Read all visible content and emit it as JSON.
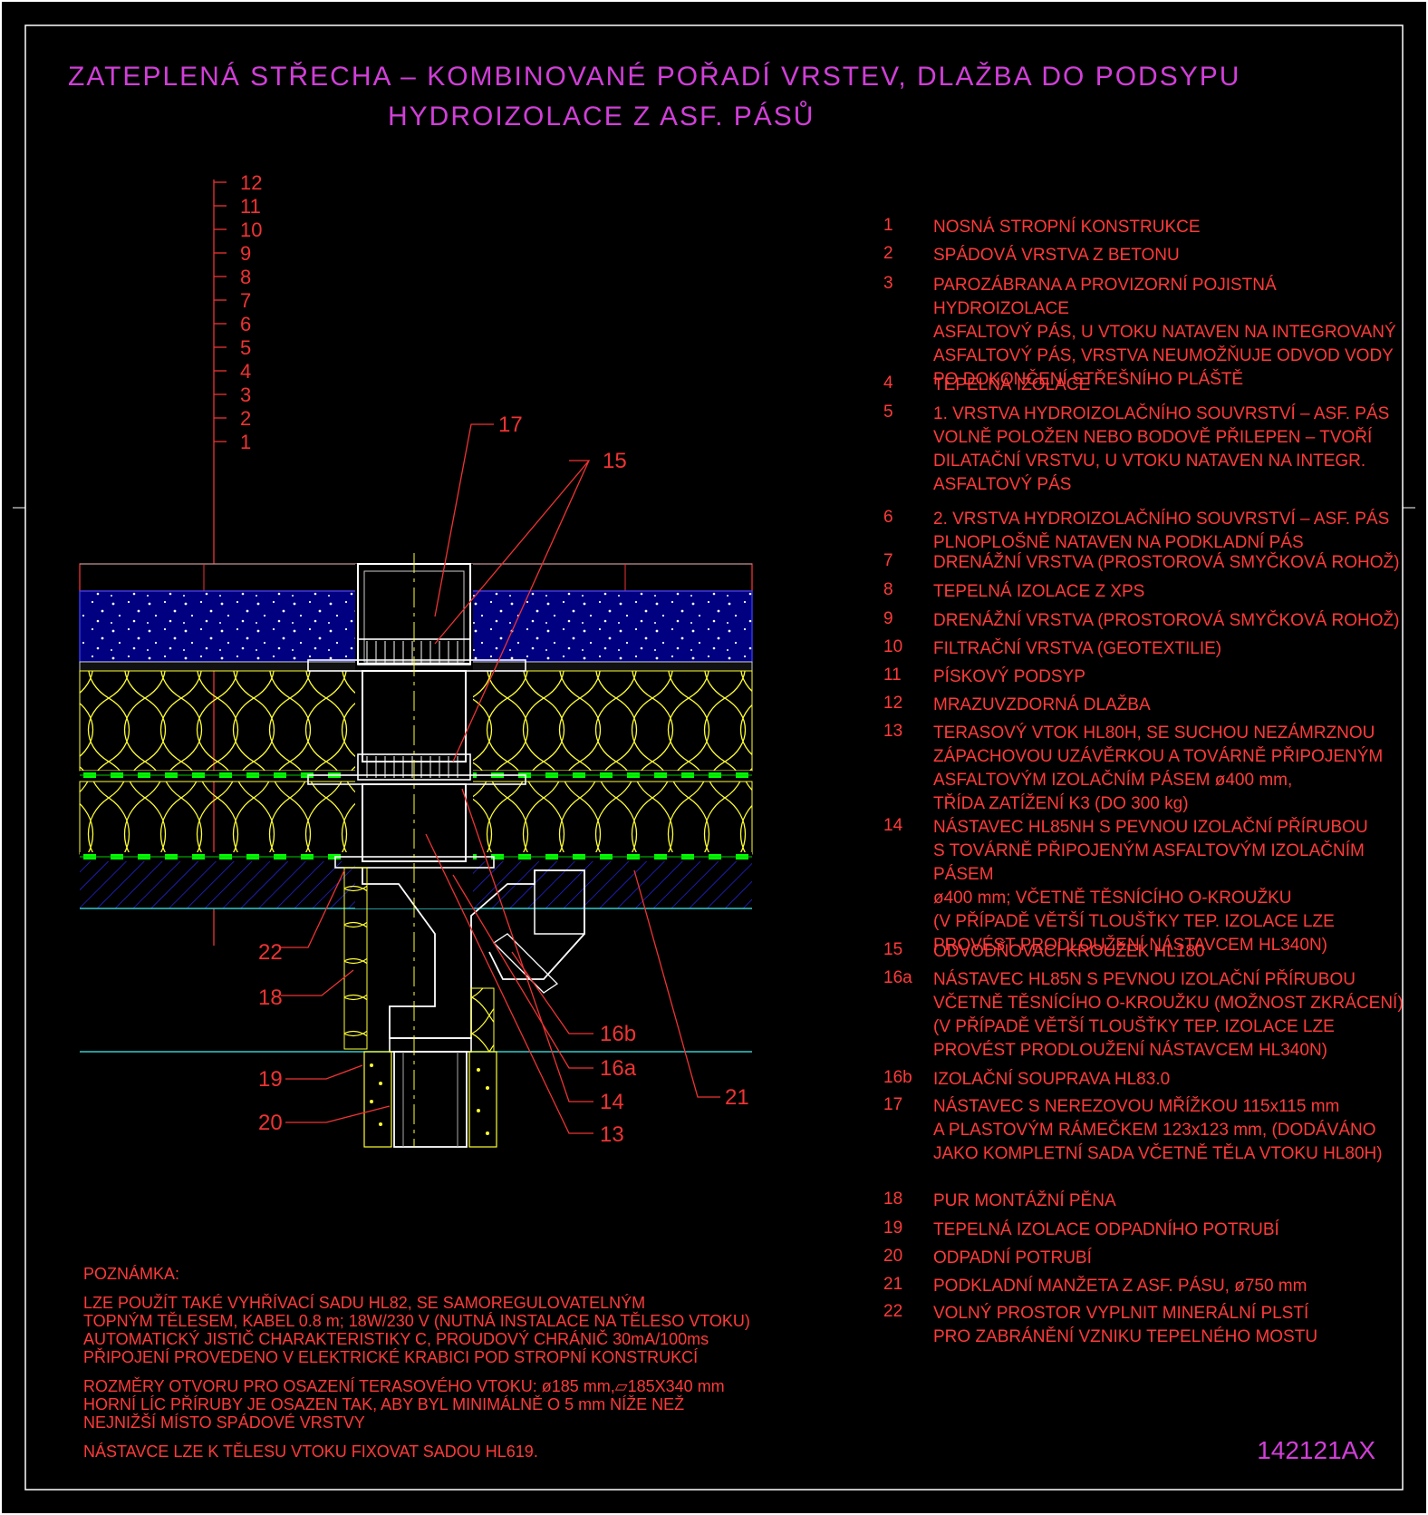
{
  "title": {
    "line1": "ZATEPLENÁ STŘECHA – KOMBINOVANÉ POŘADÍ VRSTEV, DLAŽBA DO PODSYPU",
    "line2": "HYDROIZOLACE Z ASF. PÁSŮ"
  },
  "layer_scale": [
    "12",
    "11",
    "10",
    "9",
    "8",
    "7",
    "6",
    "5",
    "4",
    "3",
    "2",
    "1"
  ],
  "callouts": {
    "c17": "17",
    "c15": "15",
    "c22": "22",
    "c18": "18",
    "c19": "19",
    "c20": "20",
    "c16b": "16b",
    "c16a": "16a",
    "c14": "14",
    "c13": "13",
    "c21": "21"
  },
  "legend": [
    {
      "num": "1",
      "text": "NOSNÁ STROPNÍ KONSTRUKCE"
    },
    {
      "num": "2",
      "text": "SPÁDOVÁ VRSTVA Z BETONU"
    },
    {
      "num": "3",
      "text": "PAROZÁBRANA A PROVIZORNÍ POJISTNÁ HYDROIZOLACE\nASFALTOVÝ PÁS, U VTOKU NATAVEN NA INTEGROVANÝ\nASFALTOVÝ PÁS, VRSTVA NEUMOŽŇUJE ODVOD VODY\nPO DOKONČENÍ STŘEŠNÍHO PLÁŠTĚ"
    },
    {
      "num": "4",
      "text": "TEPELNÁ IZOLACE"
    },
    {
      "num": "5",
      "text": "1. VRSTVA HYDROIZOLAČNÍHO SOUVRSTVÍ – ASF. PÁS\nVOLNĚ POLOŽEN NEBO BODOVĚ PŘILEPEN – TVOŘÍ\nDILATAČNÍ VRSTVU, U VTOKU NATAVEN NA INTEGR.\nASFALTOVÝ PÁS"
    },
    {
      "num": "6",
      "text": "2. VRSTVA HYDROIZOLAČNÍHO SOUVRSTVÍ – ASF. PÁS\nPLNOPLOŠNĚ NATAVEN NA PODKLADNÍ PÁS"
    },
    {
      "num": "7",
      "text": "DRENÁŽNÍ VRSTVA (PROSTOROVÁ SMYČKOVÁ ROHOŽ)"
    },
    {
      "num": "8",
      "text": "TEPELNÁ IZOLACE Z XPS"
    },
    {
      "num": "9",
      "text": "DRENÁŽNÍ VRSTVA (PROSTOROVÁ SMYČKOVÁ ROHOŽ)"
    },
    {
      "num": "10",
      "text": "FILTRAČNÍ VRSTVA (GEOTEXTILIE)"
    },
    {
      "num": "11",
      "text": "PÍSKOVÝ PODSYP"
    },
    {
      "num": "12",
      "text": "MRAZUVZDORNÁ DLAŽBA"
    },
    {
      "num": "13",
      "text": "TERASOVÝ VTOK HL80H, SE SUCHOU NEZÁMRZNOU\nZÁPACHOVOU UZÁVĚRKOU A TOVÁRNĚ PŘIPOJENÝM\nASFALTOVÝM IZOLAČNÍM PÁSEM ø400 mm,\nTŘÍDA ZATÍŽENÍ K3 (DO 300 kg)"
    },
    {
      "num": "14",
      "text": "NÁSTAVEC HL85NH S PEVNOU IZOLAČNÍ PŘÍRUBOU\nS TOVÁRNĚ PŘIPOJENÝM ASFALTOVÝM IZOLAČNÍM PÁSEM\nø400 mm; VČETNĚ TĚSNÍCÍHO O-KROUŽKU\n(V PŘÍPADĚ VĚTŠÍ TLOUŠŤKY TEP. IZOLACE LZE\nPROVÉST PRODLOUŽENÍ NÁSTAVCEM HL340N)"
    },
    {
      "num": "15",
      "text": "ODVODŇOVACÍ KROUŽEK HL180"
    },
    {
      "num": "16a",
      "text": "NÁSTAVEC HL85N S PEVNOU IZOLAČNÍ PŘÍRUBOU\nVČETNĚ TĚSNÍCÍHO O-KROUŽKU (MOŽNOST ZKRÁCENÍ)\n(V PŘÍPADĚ VĚTŠÍ TLOUŠŤKY TEP. IZOLACE LZE\nPROVÉST PRODLOUŽENÍ NÁSTAVCEM HL340N)"
    },
    {
      "num": "16b",
      "text": "IZOLAČNÍ SOUPRAVA HL83.0"
    },
    {
      "num": "17",
      "text": "NÁSTAVEC S NEREZOVOU MŘÍŽKOU 115x115 mm\nA PLASTOVÝM RÁMEČKEM 123x123 mm, (DODÁVÁNO\nJAKO KOMPLETNÍ SADA VČETNĚ TĚLA VTOKU HL80H)"
    },
    {
      "num": "18",
      "text": "PUR MONTÁŽNÍ PĚNA"
    },
    {
      "num": "19",
      "text": "TEPELNÁ IZOLACE ODPADNÍHO POTRUBÍ"
    },
    {
      "num": "20",
      "text": "ODPADNÍ POTRUBÍ"
    },
    {
      "num": "21",
      "text": "PODKLADNÍ MANŽETA Z ASF. PÁSU, ø750 mm"
    },
    {
      "num": "22",
      "text": "VOLNÝ PROSTOR VYPLNIT MINERÁLNÍ PLSTÍ\nPRO ZABRÁNĚNÍ VZNIKU TEPELNÉHO MOSTU"
    }
  ],
  "note": {
    "heading": "POZNÁMKA:",
    "para1": "LZE POUŽÍT TAKÉ VYHŘÍVACÍ SADU HL82, SE SAMOREGULOVATELNÝM\nTOPNÝM TĚLESEM, KABEL 0.8 m; 18W/230 V (NUTNÁ INSTALACE NA TĚLESO VTOKU)\nAUTOMATICKÝ JISTIČ CHARAKTERISTIKY C, PROUDOVÝ CHRÁNIČ 30mA/100ms\nPŘIPOJENÍ PROVEDENO V ELEKTRICKÉ KRABICI POD STROPNÍ KONSTRUKCÍ",
    "para2": "ROZMĚRY OTVORU PRO OSAZENÍ TERASOVÉHO VTOKU: ø185 mm,▱185X340 mm\nHORNÍ LÍC PŘÍRUBY JE OSAZEN TAK, ABY BYL MINIMÁLNĚ O 5 mm NÍŽE NEŽ\nNEJNIŽŠÍ MÍSTO SPÁDOVÉ VRSTVY",
    "para3": "NÁSTAVCE LZE K TĚLESU VTOKU FIXOVAT SADOU HL619."
  },
  "drawing_code": "142121AX",
  "colors": {
    "title": "#d13fd8",
    "text": "#ff3a3a",
    "frame": "#ffffff",
    "insulation": "#ffff33",
    "drainage": "#00ff00",
    "gravel": "#3c3cff",
    "concrete": "#2a2aff",
    "slab": "#33cccc"
  }
}
